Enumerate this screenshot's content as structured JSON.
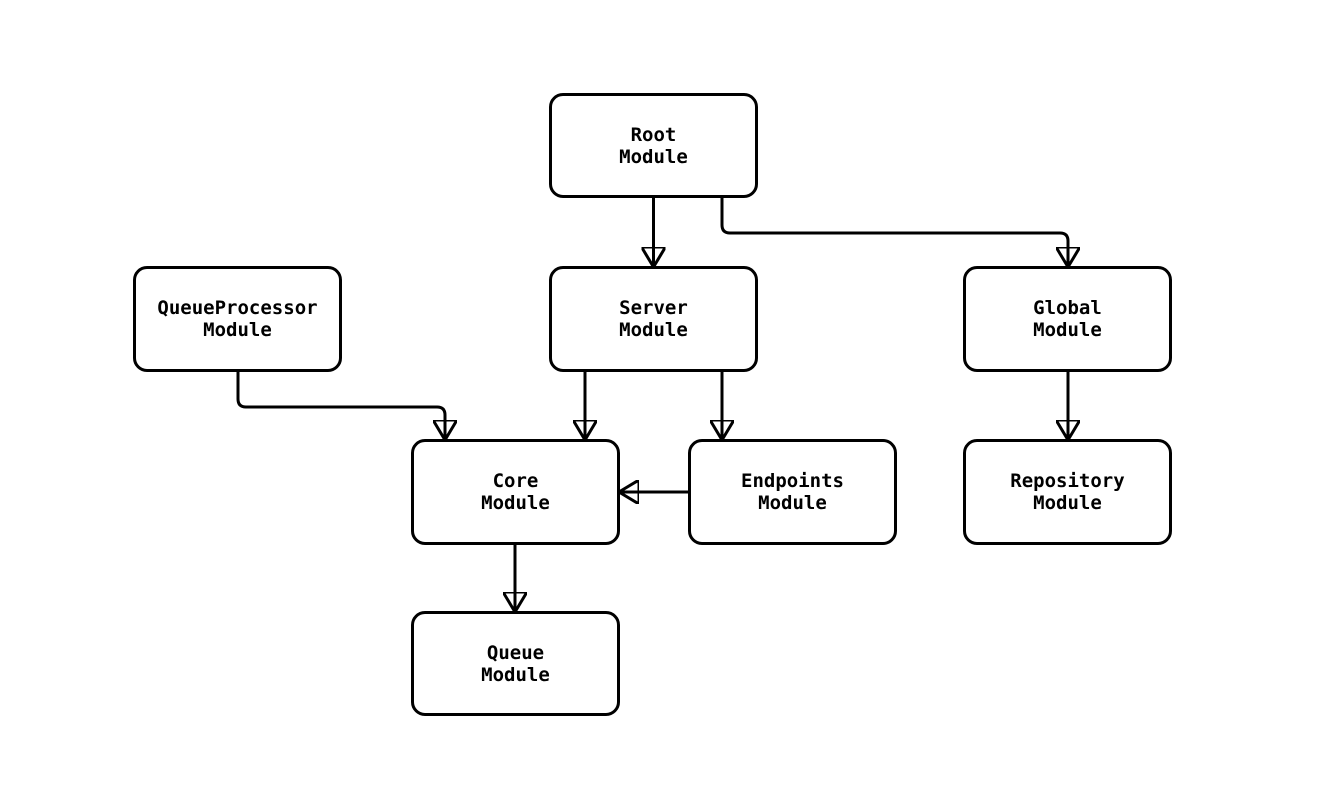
{
  "diagram": {
    "type": "module-dependency-flowchart",
    "background_color": "#ffffff",
    "node_border_color": "#000000",
    "node_fill_color": "#ffffff",
    "edge_color": "#000000",
    "text_color": "#000000",
    "nodes": [
      {
        "id": "root",
        "label": "Root\nModule"
      },
      {
        "id": "server",
        "label": "Server\nModule"
      },
      {
        "id": "queueprocessor",
        "label": "QueueProcessor\nModule"
      },
      {
        "id": "global",
        "label": "Global\nModule"
      },
      {
        "id": "core",
        "label": "Core\nModule"
      },
      {
        "id": "endpoints",
        "label": "Endpoints\nModule"
      },
      {
        "id": "repository",
        "label": "Repository\nModule"
      },
      {
        "id": "queue",
        "label": "Queue\nModule"
      }
    ],
    "edges": [
      {
        "from": "root",
        "to": "server"
      },
      {
        "from": "root",
        "to": "global"
      },
      {
        "from": "queueprocessor",
        "to": "core"
      },
      {
        "from": "server",
        "to": "core"
      },
      {
        "from": "server",
        "to": "endpoints"
      },
      {
        "from": "endpoints",
        "to": "core"
      },
      {
        "from": "global",
        "to": "repository"
      },
      {
        "from": "core",
        "to": "queue"
      }
    ]
  }
}
